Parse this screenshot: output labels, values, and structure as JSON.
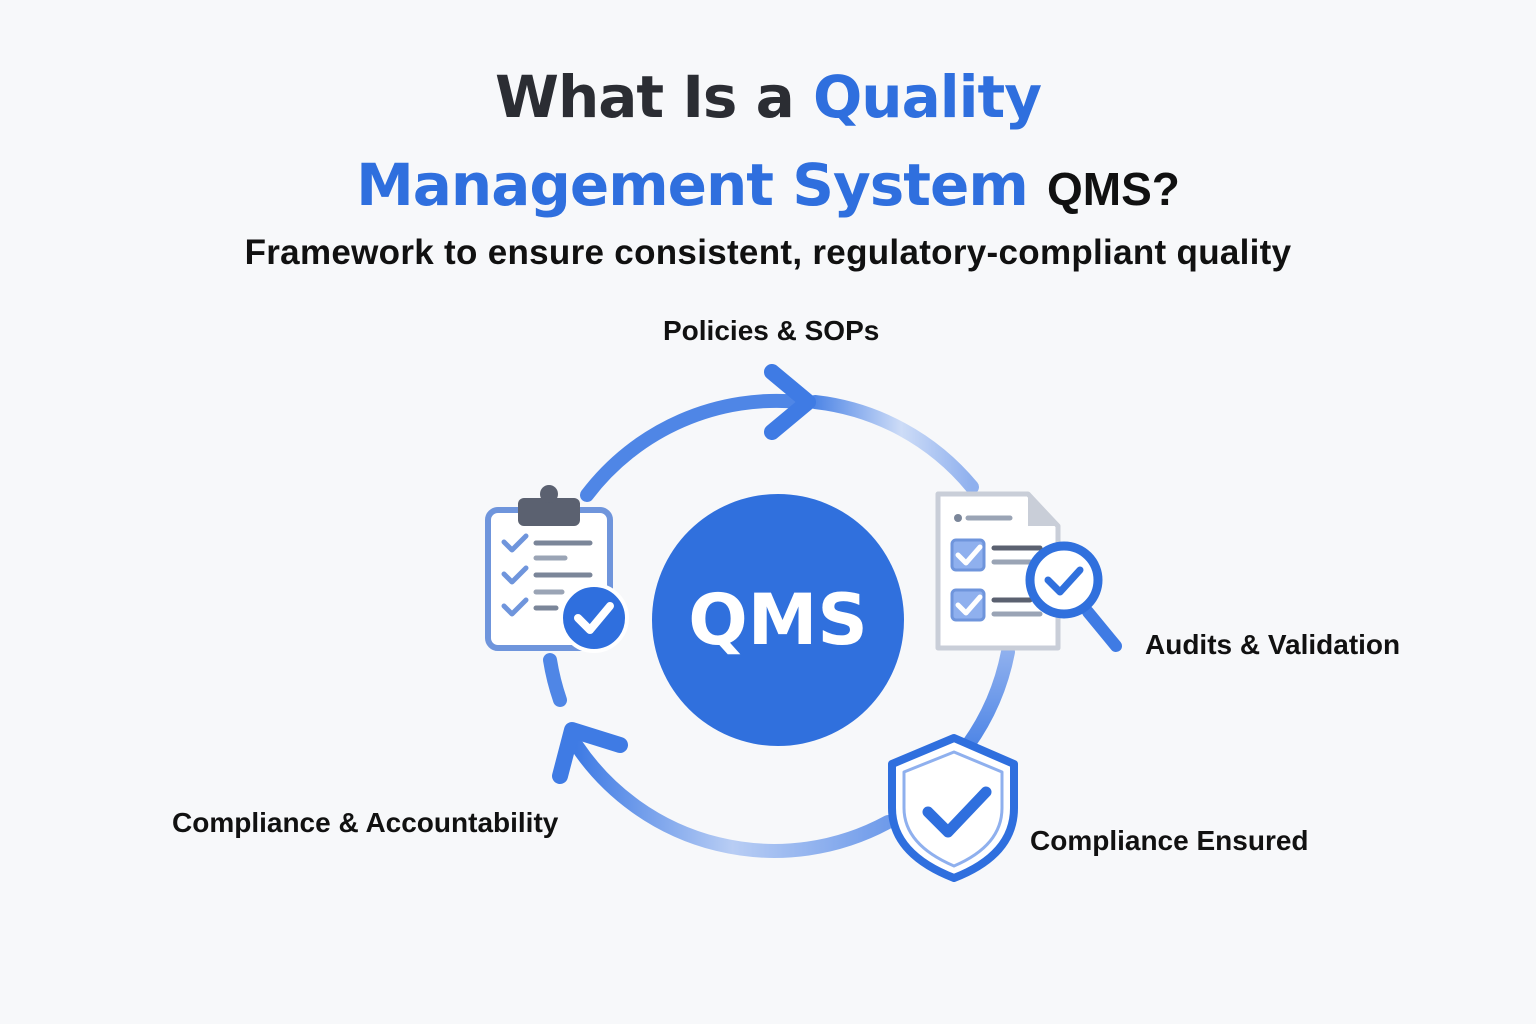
{
  "title": {
    "line1_dark": "What Is a",
    "line1_blue": "Quality",
    "line2_blue": "Management System",
    "line2_dark": "QMS?"
  },
  "subtitle": "Framework to ensure consistent, regulatory-compliant quality",
  "center_label": "QMS",
  "nodes": {
    "policies": "Policies & SOPs",
    "audits": "Audits & Validation",
    "ensured": "Compliance Ensured",
    "accountability": "Compliance & Accountability"
  },
  "colors": {
    "accent": "#2f6fde",
    "accent_light": "#8fb0ee",
    "dark_text": "#2b2d33",
    "clip_gray": "#5b6170"
  },
  "icons": [
    "clipboard-checklist-icon",
    "document-magnifier-icon",
    "shield-check-icon",
    "cycle-arrow-icon"
  ]
}
